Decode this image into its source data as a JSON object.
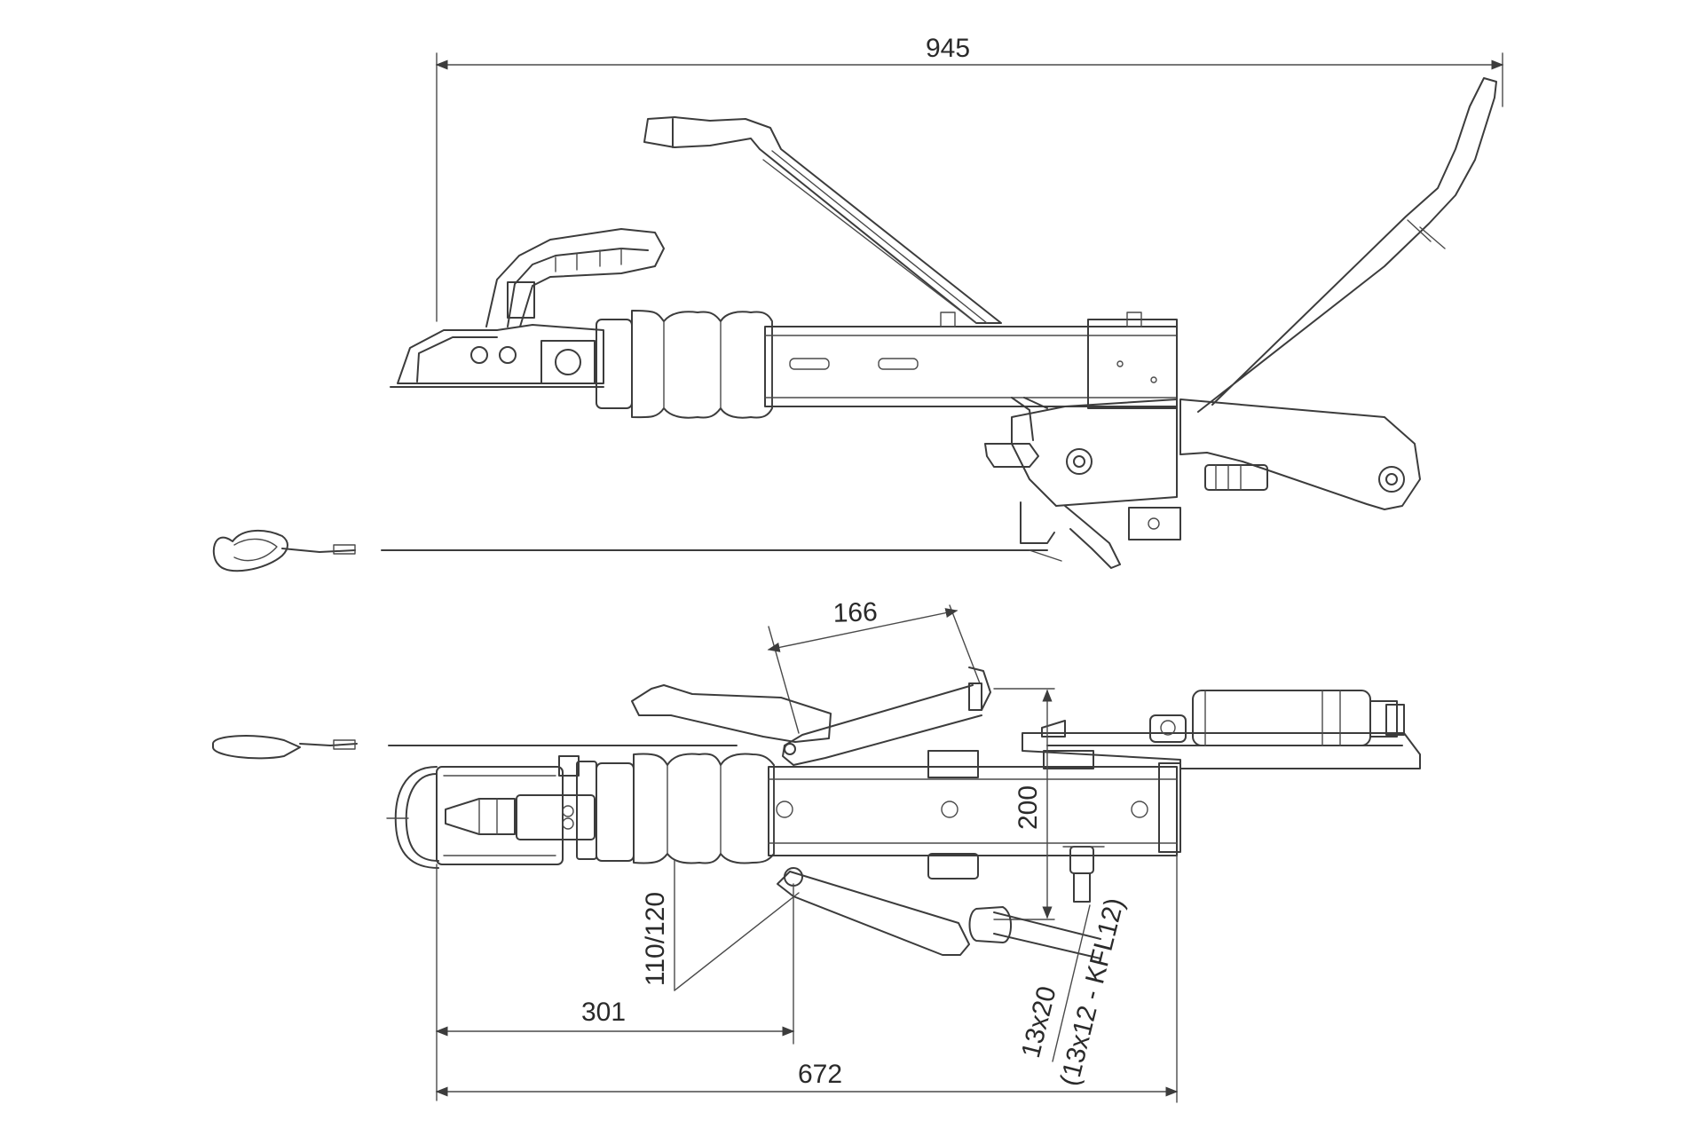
{
  "dimensions": {
    "overall_length": "945",
    "lever_offset": "166",
    "width_plate": "200",
    "ball_to_mount": "110/120",
    "ball_to_hole": "301",
    "ball_to_end": "672",
    "bolt_size": "13x20",
    "bolt_alt": "(13x12 - KFL12)"
  },
  "colors": {
    "line": "#3c3c3c",
    "text": "#2a2a2a",
    "background": "#ffffff"
  }
}
